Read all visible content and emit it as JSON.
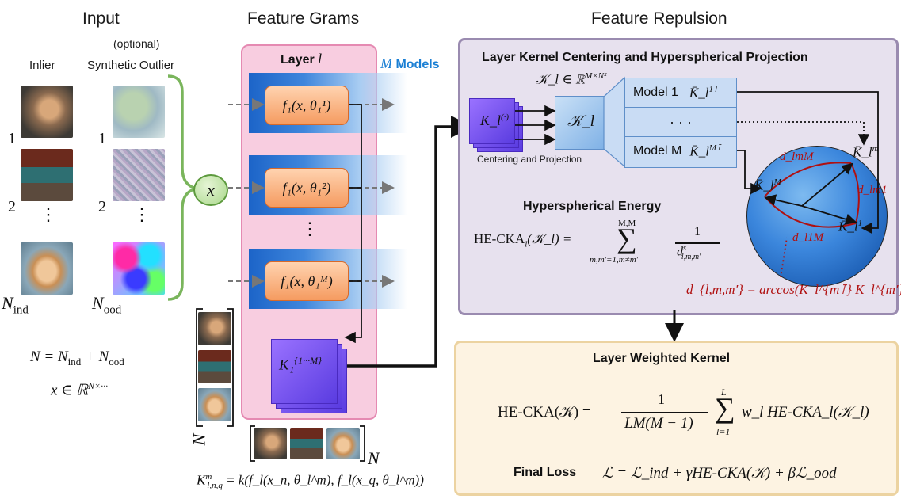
{
  "headers": {
    "input": "Input",
    "feature_grams": "Feature Grams",
    "feature_repulsion": "Feature Repulsion"
  },
  "input": {
    "optional": "(optional)",
    "inlier": "Inlier",
    "synthetic_outlier": "Synthetic Outlier",
    "idx1": "1",
    "idx2": "2",
    "dots": "⋮",
    "n_ind": "N",
    "n_ind_sub": "ind",
    "n_ood": "N",
    "n_ood_sub": "ood",
    "x_node": "x",
    "eq_n": "N = N",
    "eq_n_sub1": "ind",
    "eq_n_mid": " + N",
    "eq_n_sub2": "ood",
    "eq_x": "x ∈ ℝ",
    "eq_x_sup": "N×···"
  },
  "feature_grams": {
    "layer_label": "Layer",
    "layer_var": "l",
    "models_var": "M",
    "models_label": "Models",
    "f1": "f₁(x, θ₁¹)",
    "f2": "f₁(x, θ₁²)",
    "fM": "f₁(x, θ₁ᴹ)",
    "vdots": "⋮",
    "kstack": "K₁",
    "kstack_sup": "{1···M}",
    "n_side": "N",
    "n_bottom": "N",
    "kernel_eq": "K",
    "kernel_eq_sup": "m",
    "kernel_eq_sub": "l,n,q",
    "kernel_eq_rhs": " = k(f_l(x_n, θ_l^m), f_l(x_q, θ_l^m))"
  },
  "repulsion": {
    "panel_title": "Layer Kernel Centering and Hyperspherical Projection",
    "kcal_def": "𝒦_l ∈ ℝ",
    "kcal_def_sup": "M×N²",
    "k_stack": "K_l",
    "k_stack_sup": "(·)",
    "kcal": "𝒦_l",
    "centering": "Centering and Projection",
    "row1_model": "Model 1",
    "row1_k": "K̄_l",
    "row1_k_sup": "1⊺",
    "row_dots": "· · ·",
    "rowM_model": "Model M",
    "rowM_k": "K̄_l",
    "rowM_k_sup": "M⊺",
    "energy_title": "Hyperspherical Energy",
    "he_lhs": "HE-CKA",
    "he_lhs_rest": "(𝒦_l) =",
    "he_sum_top": "M,M",
    "he_sum_bottom": "m,m′=1,m≠m′",
    "he_frac_num": "1",
    "he_frac_den": "d",
    "he_frac_den_sup": "s",
    "he_frac_den_sub": "l,m,m′",
    "sphere_km": "K̄_l",
    "sphere_km_sup": "m",
    "sphere_kM": "K̄_l",
    "sphere_kM_sup": "M",
    "sphere_k1": "K̄_l",
    "sphere_k1_sup": "1",
    "d_lmM": "d_lmM",
    "d_lm1": "d_lm1",
    "d_l1M": "d_l1M",
    "arccos_eq": "d_{l,m,m′} = arccos(K̄_l^{m⊺} K̄_l^{m′})"
  },
  "weighted": {
    "title": "Layer Weighted Kernel",
    "eq_lhs": "HE-CKA(𝒦) =",
    "eq_num": "1",
    "eq_den": "LM(M − 1)",
    "eq_sum_top": "L",
    "eq_sum_bottom": "l=1",
    "eq_rhs": "w_l HE-CKA_l(𝒦_l)",
    "final_loss_label": "Final Loss",
    "final_loss_eq": "ℒ = ℒ_ind + γHE-CKA(𝒦) + βℒ_ood"
  },
  "colors": {
    "pink_panel": "#f8cde0",
    "purple_panel": "#e7e1ee",
    "yellow_panel": "#fdf3e2",
    "brace_green": "#7ab55c",
    "models_blue": "#1a7fd4",
    "red_text": "#b01010"
  }
}
